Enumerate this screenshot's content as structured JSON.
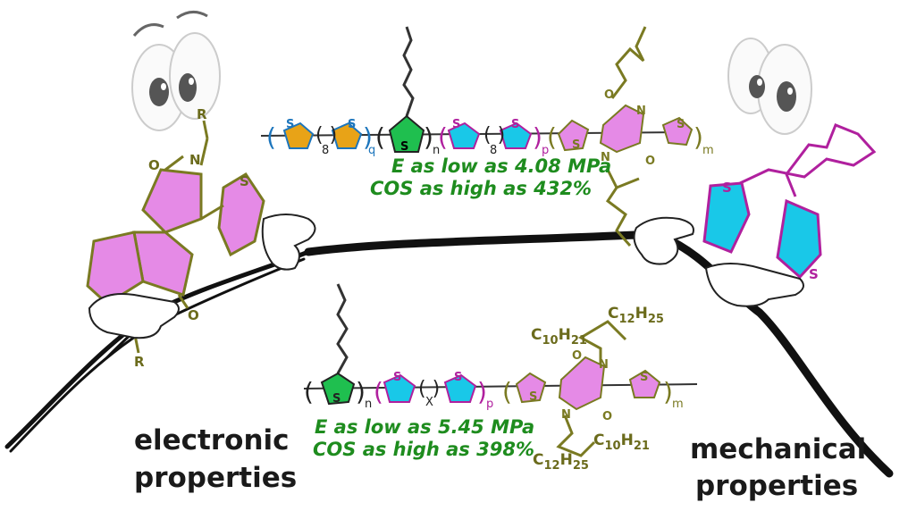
{
  "labels": {
    "left_caption_line1": "electronic",
    "left_caption_line2": "properties",
    "right_caption_line1": "mechanical",
    "right_caption_line2": "properties"
  },
  "top_polymer": {
    "stat_modulus": "E as low as 4.08 MPa",
    "stat_cos": "COS as high as 432%",
    "subscripts": {
      "q": "q",
      "eight_a": "8",
      "n": "n",
      "eight_b": "8",
      "p": "p",
      "m": "m"
    }
  },
  "bottom_polymer": {
    "stat_modulus": "E as low as 5.45 MPa",
    "stat_cos": "COS as high as 398%",
    "subscripts": {
      "n": "n",
      "x": "X",
      "p": "p",
      "m": "m"
    },
    "side_chain_top_left": "C",
    "side_chain_top_left_sub": "10",
    "side_chain_top_left_h": "H",
    "side_chain_top_left_hsub": "21",
    "side_chain_top_right": "C",
    "side_chain_top_right_sub": "12",
    "side_chain_top_right_h": "H",
    "side_chain_top_right_hsub": "25",
    "side_chain_bot_right": "C",
    "side_chain_bot_right_sub": "10",
    "side_chain_bot_right_h": "H",
    "side_chain_bot_right_hsub": "21",
    "side_chain_bot_left": "C",
    "side_chain_bot_left_sub": "12",
    "side_chain_bot_left_h": "H",
    "side_chain_bot_left_hsub": "25"
  },
  "atoms": {
    "S": "S",
    "N": "N",
    "O": "O",
    "R": "R"
  },
  "colors": {
    "orange": "#e8a317",
    "green": "#1fbf4f",
    "cyan": "#19c8e8",
    "magenta": "#b0209e",
    "pink": "#e58ae6",
    "olive": "#7a7a22",
    "stat_green": "#1e8c1e"
  }
}
